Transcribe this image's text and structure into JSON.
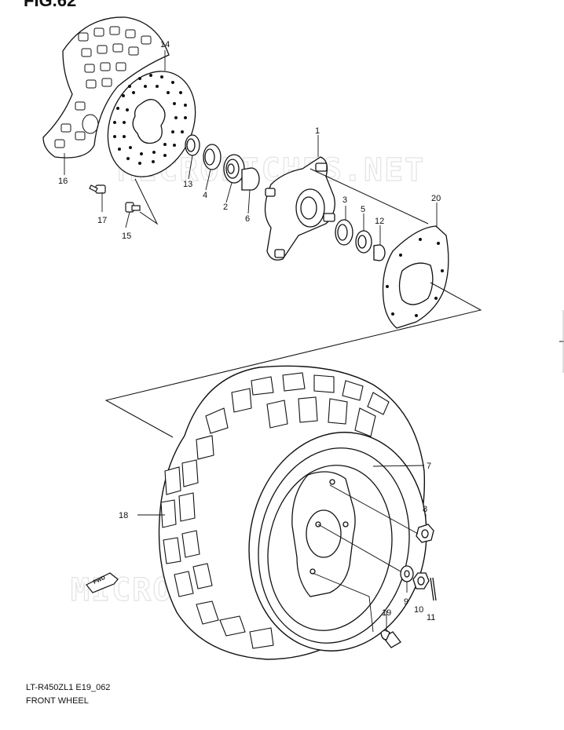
{
  "figure": {
    "title": "FIG.62"
  },
  "watermark": "MICROFICHES.NET",
  "fwd_label": "FWD",
  "callouts": {
    "c1": "1",
    "c2": "2",
    "c3": "3",
    "c4": "4",
    "c5": "5",
    "c6": "6",
    "c7": "7",
    "c8": "8",
    "c9": "9",
    "c10": "10",
    "c11": "11",
    "c12": "12",
    "c13": "13",
    "c14": "14",
    "c15": "15",
    "c16": "16",
    "c17": "17",
    "c18": "18",
    "c19": "19",
    "c20": "20"
  },
  "footer": {
    "code": "LT-R450ZL1 E19_062",
    "name": "FRONT WHEEL"
  }
}
